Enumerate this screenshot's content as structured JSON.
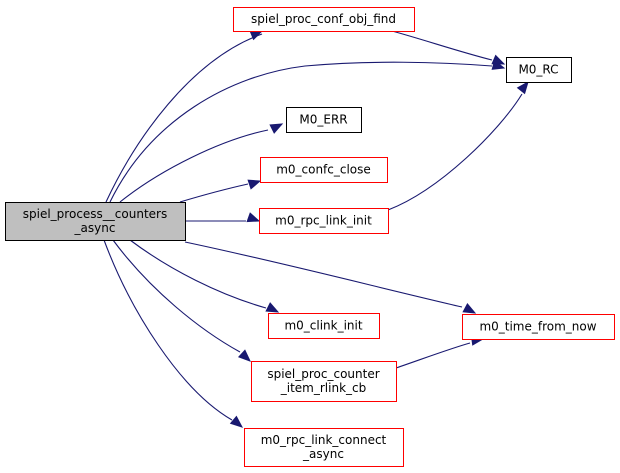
{
  "diagram": {
    "type": "call-graph",
    "colors": {
      "edge": "#191970",
      "root_fill": "#bfbfbf",
      "root_border": "#000000",
      "documented_border": "#000000",
      "undocumented_border": "#ff0000",
      "node_fill": "#ffffff"
    },
    "nodes": [
      {
        "id": "root",
        "lines": [
          "spiel_process__counters",
          "_async"
        ],
        "kind": "root"
      },
      {
        "id": "conf_obj_find",
        "lines": [
          "spiel_proc_conf_obj_find"
        ],
        "kind": "red"
      },
      {
        "id": "m0_rc",
        "lines": [
          "M0_RC"
        ],
        "kind": "black"
      },
      {
        "id": "m0_err",
        "lines": [
          "M0_ERR"
        ],
        "kind": "black"
      },
      {
        "id": "confc_close",
        "lines": [
          "m0_confc_close"
        ],
        "kind": "red"
      },
      {
        "id": "rpc_link_init",
        "lines": [
          "m0_rpc_link_init"
        ],
        "kind": "red"
      },
      {
        "id": "clink_init",
        "lines": [
          "m0_clink_init"
        ],
        "kind": "red"
      },
      {
        "id": "rlink_cb",
        "lines": [
          "spiel_proc_counter",
          "_item_rlink_cb"
        ],
        "kind": "red"
      },
      {
        "id": "link_connect",
        "lines": [
          "m0_rpc_link_connect",
          "_async"
        ],
        "kind": "red"
      },
      {
        "id": "time_from_now",
        "lines": [
          "m0_time_from_now"
        ],
        "kind": "red"
      }
    ],
    "edges": [
      {
        "from": "root",
        "to": "conf_obj_find"
      },
      {
        "from": "root",
        "to": "m0_rc"
      },
      {
        "from": "root",
        "to": "m0_err"
      },
      {
        "from": "root",
        "to": "confc_close"
      },
      {
        "from": "root",
        "to": "rpc_link_init"
      },
      {
        "from": "root",
        "to": "clink_init"
      },
      {
        "from": "root",
        "to": "rlink_cb"
      },
      {
        "from": "root",
        "to": "link_connect"
      },
      {
        "from": "root",
        "to": "time_from_now"
      },
      {
        "from": "conf_obj_find",
        "to": "m0_rc"
      },
      {
        "from": "rpc_link_init",
        "to": "m0_rc"
      },
      {
        "from": "rlink_cb",
        "to": "time_from_now"
      }
    ]
  }
}
